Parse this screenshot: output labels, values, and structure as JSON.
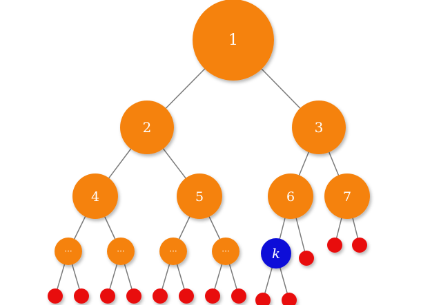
{
  "colors": {
    "internal": "#f5820f",
    "highlight": "#0a0ad8",
    "leaf": "#e80e0e",
    "edge": "#7a7a7a"
  },
  "nodes": {
    "n1": "1",
    "n2": "2",
    "n3": "3",
    "n4": "4",
    "n5": "5",
    "n6": "6",
    "n7": "7",
    "e1": "···",
    "e2": "···",
    "e3": "···",
    "e4": "···",
    "k": "k"
  }
}
